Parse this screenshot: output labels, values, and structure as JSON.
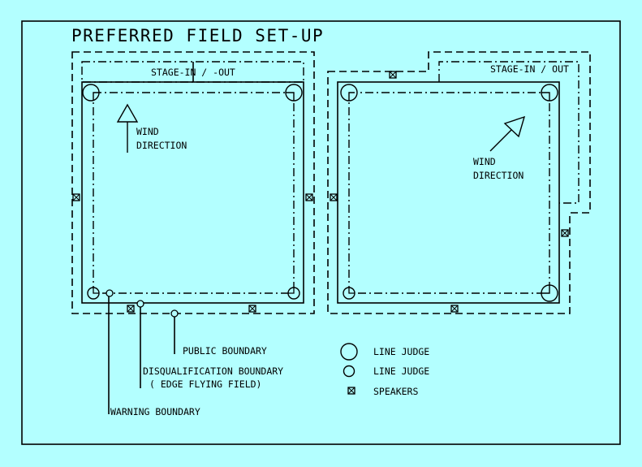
{
  "title": "PREFERRED FIELD SET-UP",
  "left_field": {
    "stage_label": "STAGE-IN / -OUT",
    "wind_label_line1": "WIND",
    "wind_label_line2": "DIRECTION"
  },
  "right_field": {
    "stage_label": "STAGE-IN / OUT",
    "wind_label_line1": "WIND",
    "wind_label_line2": "DIRECTION"
  },
  "callouts": {
    "public": "PUBLIC BOUNDARY",
    "disqualification_line1": "DISQUALIFICATION BOUNDARY",
    "disqualification_line2": "( EDGE FLYING FIELD)",
    "warning": "WARNING BOUNDARY"
  },
  "legend": [
    {
      "symbol": "large-circle",
      "label": "LINE JUDGE"
    },
    {
      "symbol": "small-circle",
      "label": "LINE JUDGE"
    },
    {
      "symbol": "speaker-box",
      "label": "SPEAKERS"
    }
  ],
  "colors": {
    "background": "#b3ffff",
    "ink": "#000000"
  }
}
